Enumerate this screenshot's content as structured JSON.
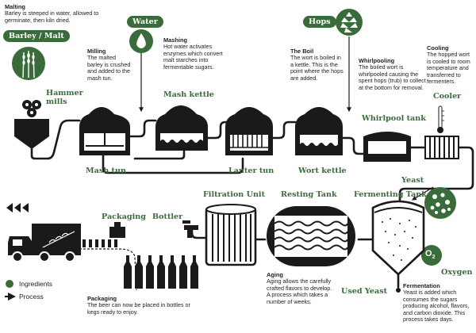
{
  "colors": {
    "green": "#3a6b3a",
    "ink": "#1a1a1a"
  },
  "ingredients": {
    "barley": "Barley / Malt",
    "water": "Water",
    "hops": "Hops",
    "yeast": "Yeast",
    "oxygen": "Oxygen",
    "oxygen_symbol": "O",
    "oxygen_sub": "2"
  },
  "labels": {
    "hammer_mills": "Hammer\nmills",
    "mash_kettle": "Mash kettle",
    "mash_tun": "Mash tun",
    "lauter_tun": "Lauter tun",
    "wort_kettle": "Wort kettle",
    "whirlpool_tank": "Whirlpool tank",
    "cooler": "Cooler",
    "fermenting_tank": "Fermenting Tank",
    "resting_tank": "Resting Tank",
    "filtration_unit": "Filtration Unit",
    "bottler": "Bottler",
    "packaging": "Packaging",
    "used_yeast": "Used Yeast"
  },
  "steps": {
    "malting": {
      "title": "Malting",
      "body": "Barley is steeped in water, allowed to germinate, then kiln dried."
    },
    "milling": {
      "title": "Milling",
      "body": "The malted barley is crushed and added to the mash tun."
    },
    "mashing": {
      "title": "Mashing",
      "body": "Hot water activates enzymes which convert malt starches into fermentable sugars."
    },
    "boil": {
      "title": "The Boil",
      "body": "The wort is boiled in a kettle. This is the point where the hops are added."
    },
    "whirlpooling": {
      "title": "Whirlpooling",
      "body": "The boiled wort is whirlpooled causing the spent hops (trub) to collect at the bottom for removal."
    },
    "cooling": {
      "title": "Cooling",
      "body": "The hopped wort is cooled to room temperature and transferred to fermenters."
    },
    "aging": {
      "title": "Aging",
      "body": "Aging allows the carefully crafted flavors to develop. A process which takes a number of weeks."
    },
    "fermentation": {
      "title": "Fermentation",
      "body": "Yeast is added which consumes the sugars producing alcohol, flavors, and carbon dioxide. This process takes days."
    },
    "packaging": {
      "title": "Packaging",
      "body": "The beer can now be placed in bottles or kegs ready to enjoy."
    }
  },
  "legend": {
    "ingredients": "Ingredients",
    "process": "Process"
  }
}
